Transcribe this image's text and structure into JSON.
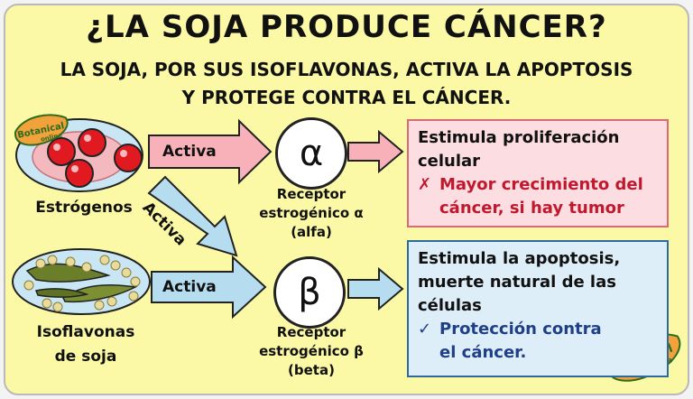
{
  "title": "¿LA SOJA PRODUCE CÁNCER?",
  "subtitle_line1": "LA SOJA, POR SUS ISOFLAVONAS, ACTIVA  LA APOPTOSIS",
  "subtitle_line2": "Y PROTEGE CONTRA EL CÁNCER.",
  "estrogens": {
    "label": "Estrógenos"
  },
  "isoflavones": {
    "label_line1": "Isoflavonas",
    "label_line2": "de soja"
  },
  "arrows": {
    "activa_top": "Activa",
    "activa_diag": "Activa",
    "activa_bottom": "Activa"
  },
  "receptor_alpha": {
    "symbol": "α",
    "line1": "Receptor",
    "line2": "estrogénico α",
    "line3": "(alfa)"
  },
  "receptor_beta": {
    "symbol": "β",
    "line1": "Receptor",
    "line2": "estrogénico β",
    "line3": "(beta)"
  },
  "box_alpha": {
    "line1": "Estimula proliferación",
    "line2": "celular",
    "mark": "✗",
    "effect_line1": "Mayor crecimiento del",
    "effect_line2": "cáncer, si hay tumor"
  },
  "box_beta": {
    "line1": "Estimula la apoptosis,",
    "line2": "muerte natural de las",
    "line3": "células",
    "mark": "✓",
    "effect_line1": "Protección contra",
    "effect_line2": "el cáncer."
  },
  "logo": {
    "text1": "Botanical",
    "text2": "online"
  },
  "colors": {
    "background": "#fbf9a6",
    "red_box": "#fbdde2",
    "blue_box": "#ddeef8",
    "red_text": "#c0192d",
    "blue_text": "#1f3f86"
  }
}
